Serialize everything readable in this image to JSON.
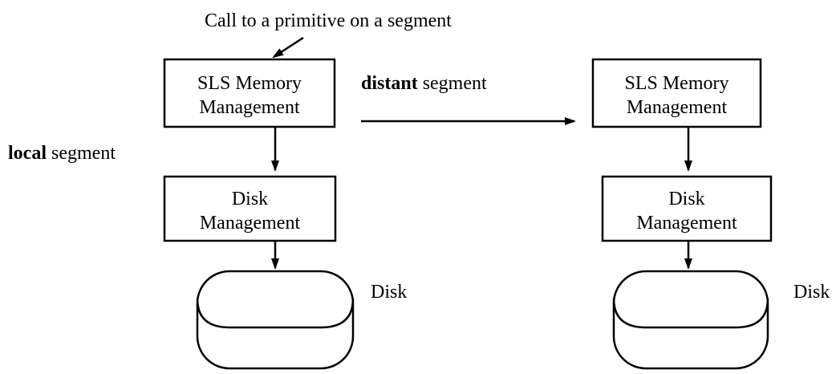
{
  "top_annotation": "Call to a primitive on a segment",
  "left_stack": {
    "memory_box": {
      "line1": "SLS Memory",
      "line2": "Management"
    },
    "disk_box": {
      "line1": "Disk",
      "line2": "Management"
    },
    "disk_label": "Disk"
  },
  "right_stack": {
    "memory_box": {
      "line1": "SLS Memory",
      "line2": "Management"
    },
    "disk_box": {
      "line1": "Disk",
      "line2": "Management"
    },
    "disk_label": "Disk"
  },
  "edge_labels": {
    "distant_bold": "distant",
    "distant_rest": "segment",
    "local_bold": "local",
    "local_rest": "segment"
  },
  "colors": {
    "stroke": "#000000",
    "background": "#ffffff"
  }
}
